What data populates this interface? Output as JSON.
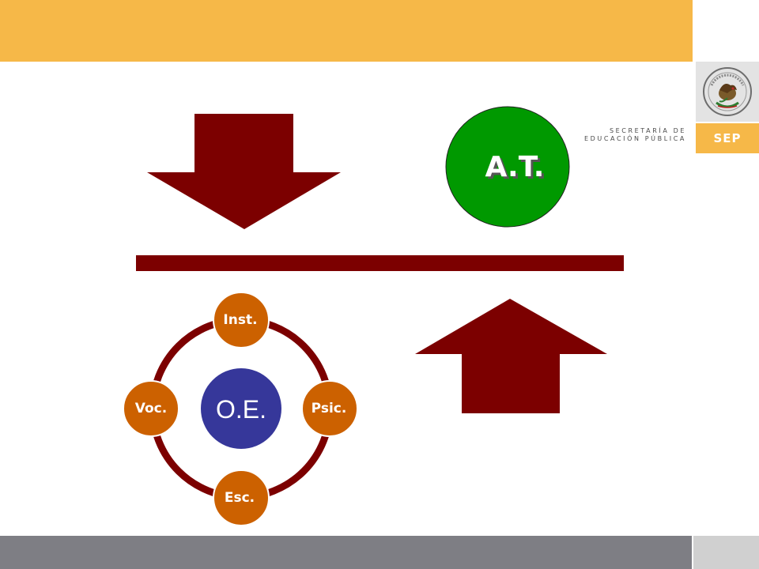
{
  "header": {
    "agency_line1": "SECRETARÍA DE",
    "agency_line2": "EDUCACIÓN PÚBLICA",
    "agency_abbr": "SEP"
  },
  "diagram": {
    "at_label": "A.T.",
    "center_label": "O.E.",
    "nodes": {
      "top": "Inst.",
      "right": "Psic.",
      "bottom": "Esc.",
      "left": "Voc."
    }
  },
  "colors": {
    "header_bar": "#f6b848",
    "footer_bar": "#7e7e84",
    "arrow": "#7c0000",
    "at_circle": "#009900",
    "center_circle": "#36379a",
    "node": "#cc6100",
    "ring": "#7c0000"
  },
  "icons": [
    "mexico-coat-of-arms-emblem"
  ]
}
